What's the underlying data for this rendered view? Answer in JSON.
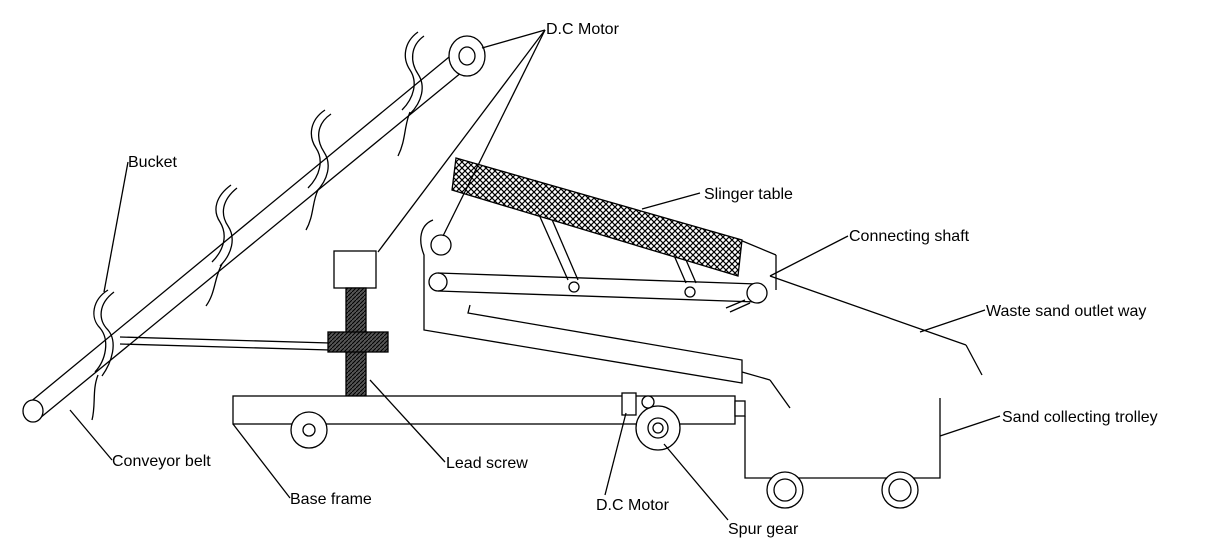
{
  "labels": {
    "dc_motor_top": "D.C Motor",
    "bucket": "Bucket",
    "slinger_table": "Slinger table",
    "connecting_shaft": "Connecting shaft",
    "waste_sand_outlet": "Waste sand outlet way",
    "sand_collecting_trolley": "Sand collecting trolley",
    "conveyor_belt": "Conveyor belt",
    "lead_screw": "Lead screw",
    "base_frame": "Base frame",
    "dc_motor_bottom": "D.C Motor",
    "spur_gear": "Spur gear"
  },
  "colors": {
    "line": "#000000",
    "background": "#ffffff"
  }
}
